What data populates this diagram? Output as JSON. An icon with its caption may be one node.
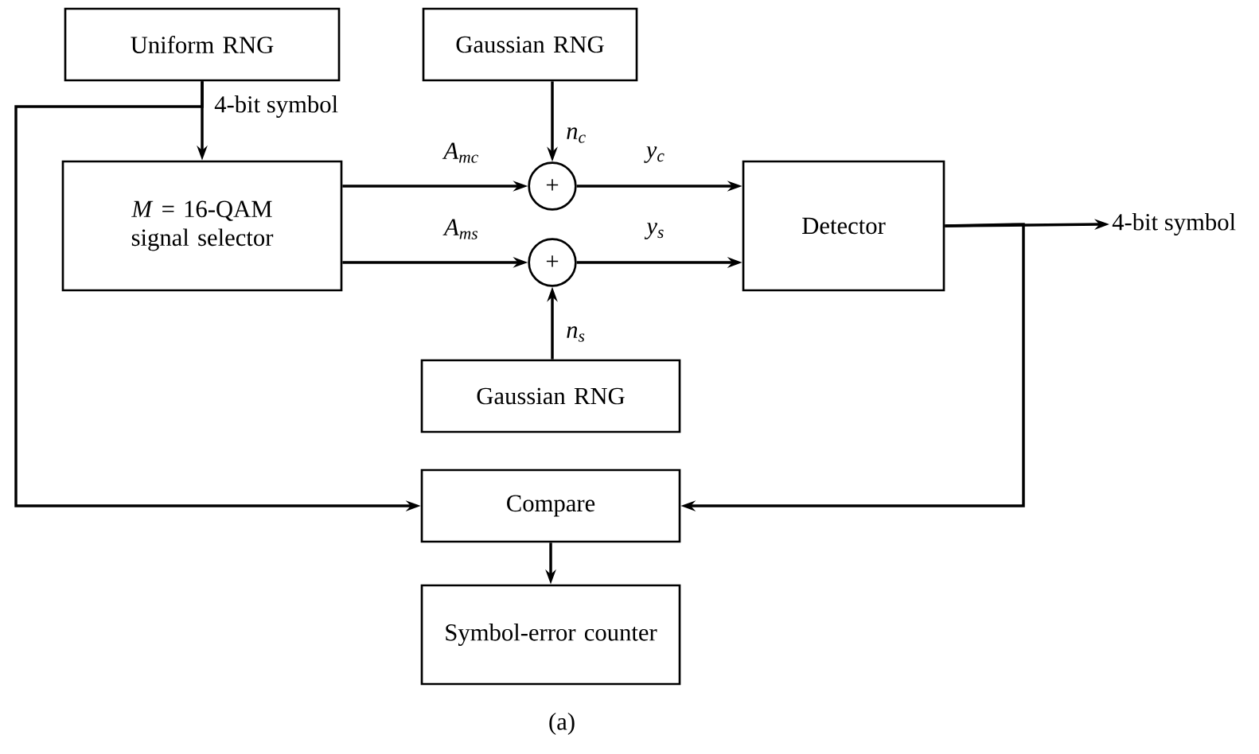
{
  "diagram": {
    "caption": "(a)",
    "nodes": [
      {
        "text": [
          "Uniform RNG"
        ]
      },
      {
        "text": [
          "Gaussian RNG"
        ]
      },
      {
        "text": [
          "*M* = 16-QAM signal selector"
        ]
      },
      {
        "text": [
          "+"
        ]
      },
      {
        "text": [
          "+"
        ]
      },
      {
        "text": [
          "Detector"
        ]
      },
      {
        "text": [
          "Gaussian RNG"
        ]
      },
      {
        "text": [
          "Compare"
        ]
      },
      {
        "text": [
          "Symbol-error counter"
        ]
      },
      {
        "text": [
          "4-bit symbol"
        ]
      }
    ],
    "edges": [
      {
        "from": 0,
        "to": 2,
        "arrow": "to",
        "label": "4-bit symbol"
      },
      {
        "from": 0,
        "to": 7,
        "arrow": "to"
      },
      {
        "from": 1,
        "to": 3,
        "arrow": "to",
        "label": "n$_{c}$"
      },
      {
        "from": 2,
        "to": 3,
        "arrow": "to",
        "label": "A$_{mc}$"
      },
      {
        "from": 2,
        "to": 4,
        "arrow": "to",
        "label": "A$_{ms}$"
      },
      {
        "from": 6,
        "to": 4,
        "arrow": "to",
        "label": "n$_{s}$"
      },
      {
        "from": 3,
        "to": 5,
        "arrow": "to",
        "label": "y$_{c}$"
      },
      {
        "from": 4,
        "to": 5,
        "arrow": "to",
        "label": "y$_{s}$"
      },
      {
        "from": 5,
        "to": 9,
        "arrow": "to"
      },
      {
        "from": 5,
        "to": 7,
        "arrow": "to"
      },
      {
        "from": 7,
        "to": 8,
        "arrow": "to"
      }
    ]
  }
}
